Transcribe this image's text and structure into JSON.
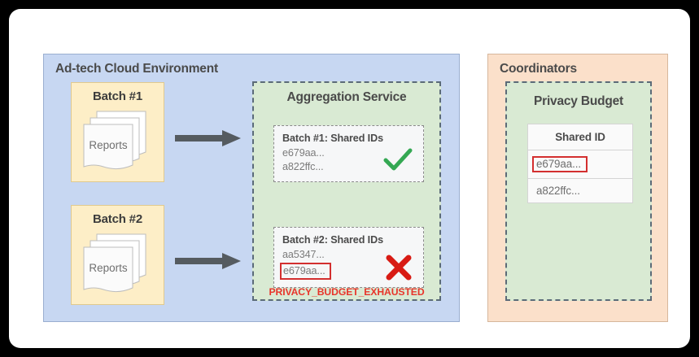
{
  "diagram": {
    "title_adtech": "Ad-tech Cloud Environment",
    "title_coordinators": "Coordinators",
    "colors": {
      "adtech_panel": "#c7d7f2",
      "coordinators_panel": "#fbe0ca",
      "batch_box": "#fdeec7",
      "service_panel": "#d9ead3",
      "error_red": "#e8352b",
      "highlight_red": "#d32f2f",
      "success_green": "#34a853",
      "arrow_gray": "#555b60"
    }
  },
  "adtech": {
    "batches": [
      {
        "label": "Batch #1",
        "docs_label": "Reports"
      },
      {
        "label": "Batch #2",
        "docs_label": "Reports"
      }
    ],
    "arrows": [
      {
        "name": "arrow-batch1-to-service"
      },
      {
        "name": "arrow-batch2-to-service"
      }
    ]
  },
  "aggregation_service": {
    "title": "Aggregation Service",
    "cards": [
      {
        "title": "Batch #1: Shared IDs",
        "ids": [
          {
            "value": "e679aa...",
            "highlighted": false
          },
          {
            "value": "a822ffc...",
            "highlighted": false
          }
        ],
        "status": "success",
        "status_icon": "check-icon"
      },
      {
        "title": "Batch #2: Shared IDs",
        "ids": [
          {
            "value": "aa5347...",
            "highlighted": false
          },
          {
            "value": "e679aa...",
            "highlighted": true
          }
        ],
        "status": "error",
        "status_icon": "cross-icon"
      }
    ],
    "error_message": "PRIVACY_BUDGET_EXHAUSTED"
  },
  "privacy_budget": {
    "title": "Privacy Budget",
    "table": {
      "header": "Shared ID",
      "rows": [
        {
          "value": "e679aa...",
          "highlighted": true
        },
        {
          "value": "a822ffc...",
          "highlighted": false
        }
      ]
    }
  }
}
